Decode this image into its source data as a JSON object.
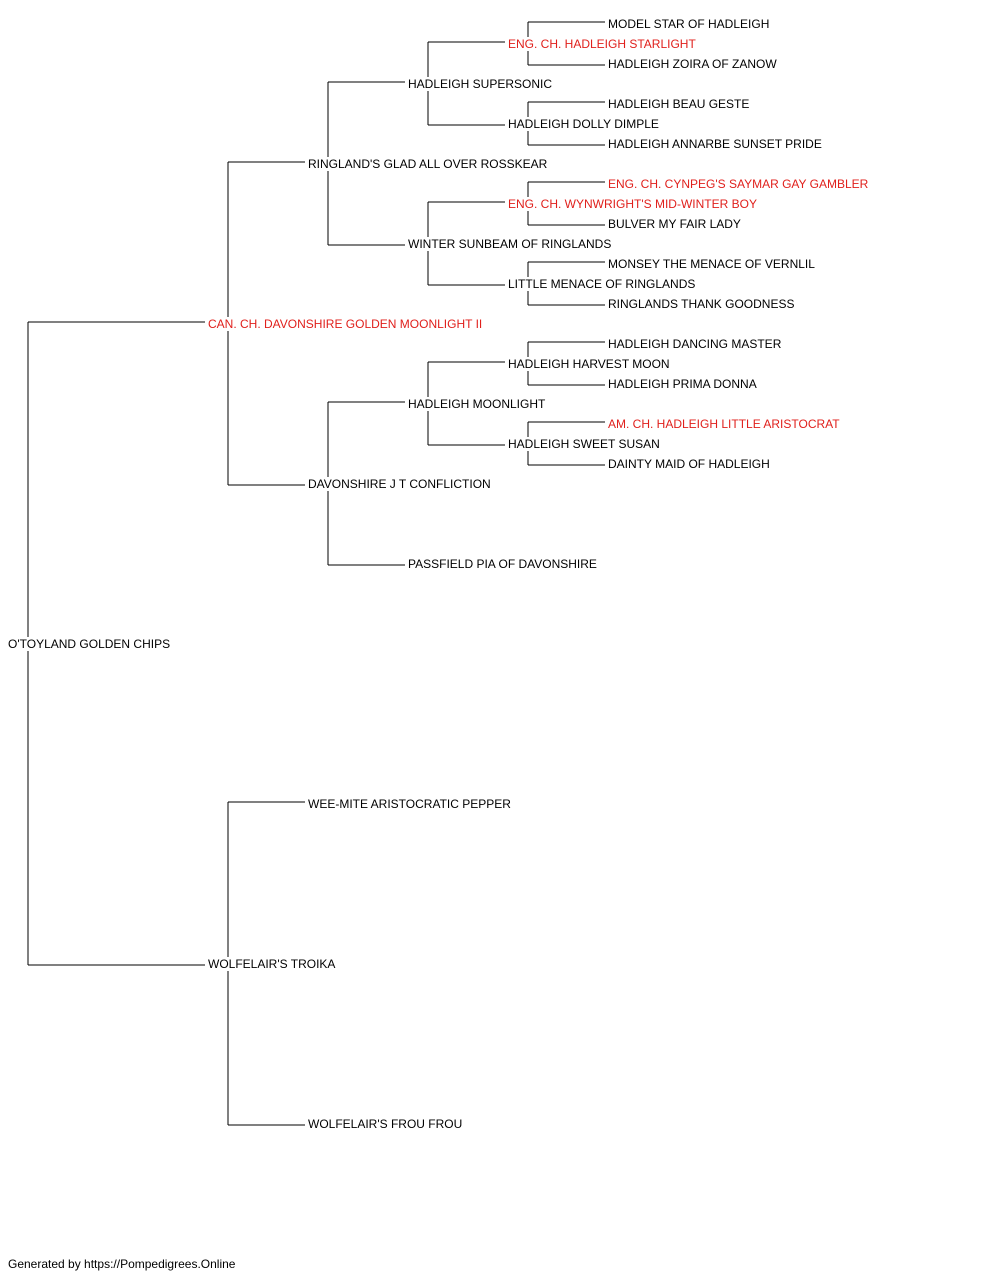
{
  "pedigree": {
    "subject": {
      "name": "O'TOYLAND GOLDEN CHIPS",
      "champion": false
    },
    "sire": {
      "name": "CAN. CH. DAVONSHIRE GOLDEN MOONLIGHT II",
      "champion": true
    },
    "dam": {
      "name": "WOLFELAIR'S TROIKA",
      "champion": false
    },
    "ss": {
      "name": "RINGLAND'S GLAD ALL OVER ROSSKEAR",
      "champion": false
    },
    "sd": {
      "name": "DAVONSHIRE J T CONFLICTION",
      "champion": false
    },
    "ds": {
      "name": "WEE-MITE ARISTOCRATIC PEPPER",
      "champion": false
    },
    "dd": {
      "name": "WOLFELAIR'S FROU FROU",
      "champion": false
    },
    "sss": {
      "name": "HADLEIGH SUPERSONIC",
      "champion": false
    },
    "ssd": {
      "name": "WINTER SUNBEAM OF RINGLANDS",
      "champion": false
    },
    "sds": {
      "name": "HADLEIGH MOONLIGHT",
      "champion": false
    },
    "sdd": {
      "name": "PASSFIELD PIA OF DAVONSHIRE",
      "champion": false
    },
    "ssss": {
      "name": "ENG. CH. HADLEIGH STARLIGHT",
      "champion": true
    },
    "sssd": {
      "name": "HADLEIGH DOLLY DIMPLE",
      "champion": false
    },
    "ssds": {
      "name": "ENG. CH. WYNWRIGHT'S MID-WINTER BOY",
      "champion": true
    },
    "ssdd": {
      "name": "LITTLE MENACE OF RINGLANDS",
      "champion": false
    },
    "sdss": {
      "name": "HADLEIGH HARVEST MOON",
      "champion": false
    },
    "sdsd": {
      "name": "HADLEIGH SWEET SUSAN",
      "champion": false
    },
    "sssss": {
      "name": "MODEL STAR OF HADLEIGH",
      "champion": false
    },
    "ssssd": {
      "name": "HADLEIGH ZOIRA OF ZANOW",
      "champion": false
    },
    "sssds": {
      "name": "HADLEIGH BEAU GESTE",
      "champion": false
    },
    "sssdd": {
      "name": "HADLEIGH ANNARBE SUNSET PRIDE",
      "champion": false
    },
    "ssdss": {
      "name": "ENG. CH. CYNPEG'S SAYMAR GAY GAMBLER",
      "champion": true
    },
    "ssdsd": {
      "name": "BULVER MY FAIR LADY",
      "champion": false
    },
    "ssdds": {
      "name": "MONSEY THE MENACE OF VERNLIL",
      "champion": false
    },
    "ssddd": {
      "name": "RINGLANDS THANK GOODNESS",
      "champion": false
    },
    "sdsss": {
      "name": "HADLEIGH DANCING MASTER",
      "champion": false
    },
    "sdssd": {
      "name": "HADLEIGH PRIMA DONNA",
      "champion": false
    },
    "sdsds": {
      "name": "AM. CH. HADLEIGH LITTLE ARISTOCRAT",
      "champion": true
    },
    "sdsdd": {
      "name": "DAINTY MAID OF HADLEIGH",
      "champion": false
    }
  },
  "footer": "Generated by https://Pompedigrees.Online",
  "colors": {
    "line": "#000000",
    "text": "#000000",
    "champion": "#e0201c"
  }
}
